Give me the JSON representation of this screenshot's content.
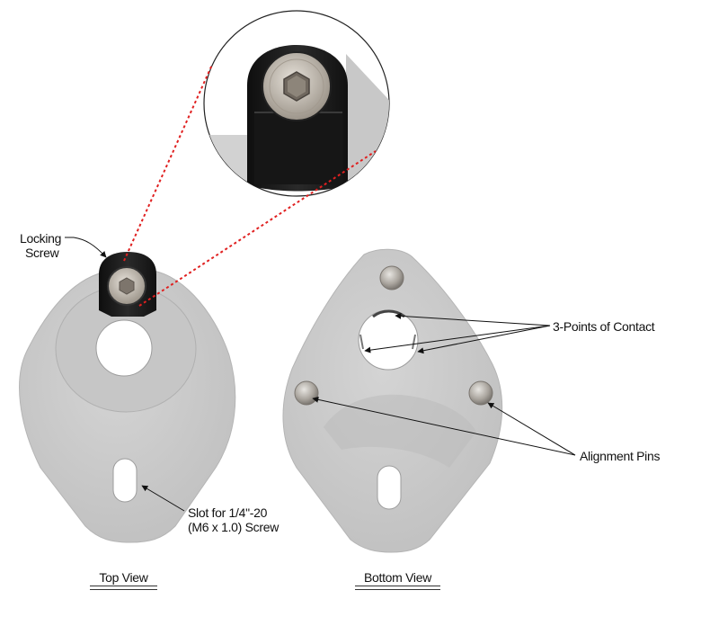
{
  "callouts": {
    "locking_screw_line1": "Locking",
    "locking_screw_line2": "Screw",
    "slot_line1": "Slot for 1/4\"-20",
    "slot_line2": "(M6 x 1.0) Screw",
    "contact_points": "3-Points of Contact",
    "alignment_pins": "Alignment Pins"
  },
  "views": {
    "top": "Top View",
    "bottom": "Bottom View"
  },
  "colors": {
    "plate": "#c9c9c9",
    "plate_edge": "#b4b4b4",
    "clamp": "#1a1a1a",
    "screw": "#bdb6ad",
    "zoom_line": "#e02020"
  }
}
